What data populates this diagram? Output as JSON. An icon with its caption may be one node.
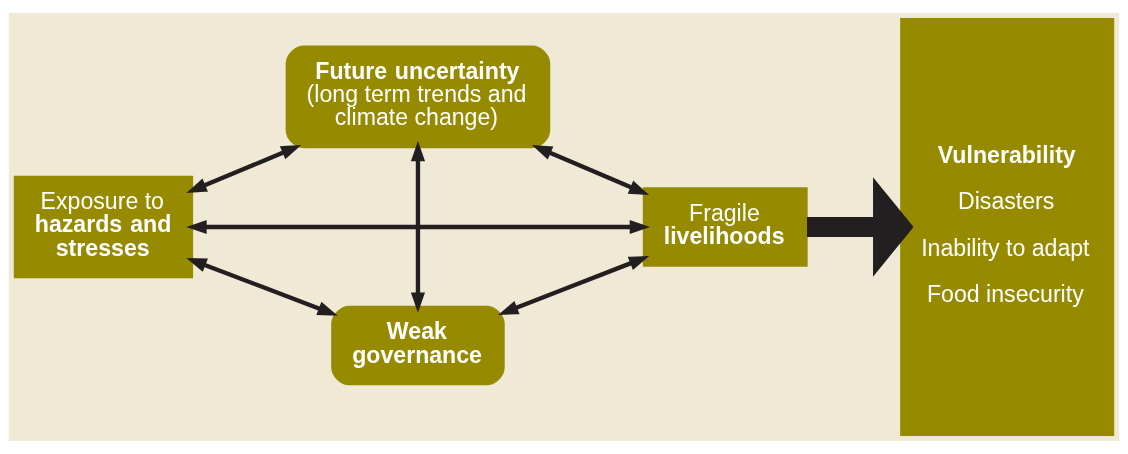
{
  "diagram": {
    "nodes": [
      {
        "text": [
          "Future uncertainty",
          "(long term trends and climate change)"
        ]
      },
      {
        "text": [
          "Exposure to **hazards and stresses**"
        ]
      },
      {
        "text": [
          "Fragile **livelihoods**"
        ]
      },
      {
        "text": [
          "Weak governance"
        ]
      },
      {
        "text": [
          "Vulnerability",
          "Disasters",
          "Inability to adapt",
          "Food insecurity"
        ]
      }
    ],
    "edges": [
      {
        "from": 0,
        "to": 1,
        "arrow": "both"
      },
      {
        "from": 0,
        "to": 2,
        "arrow": "both"
      },
      {
        "from": 1,
        "to": 2,
        "arrow": "both"
      },
      {
        "from": 0,
        "to": 3,
        "arrow": "both"
      },
      {
        "from": 1,
        "to": 3,
        "arrow": "both"
      },
      {
        "from": 2,
        "to": 3,
        "arrow": "both"
      },
      {
        "from": 2,
        "to": 4,
        "arrow": "to",
        "style": "thick"
      }
    ]
  }
}
